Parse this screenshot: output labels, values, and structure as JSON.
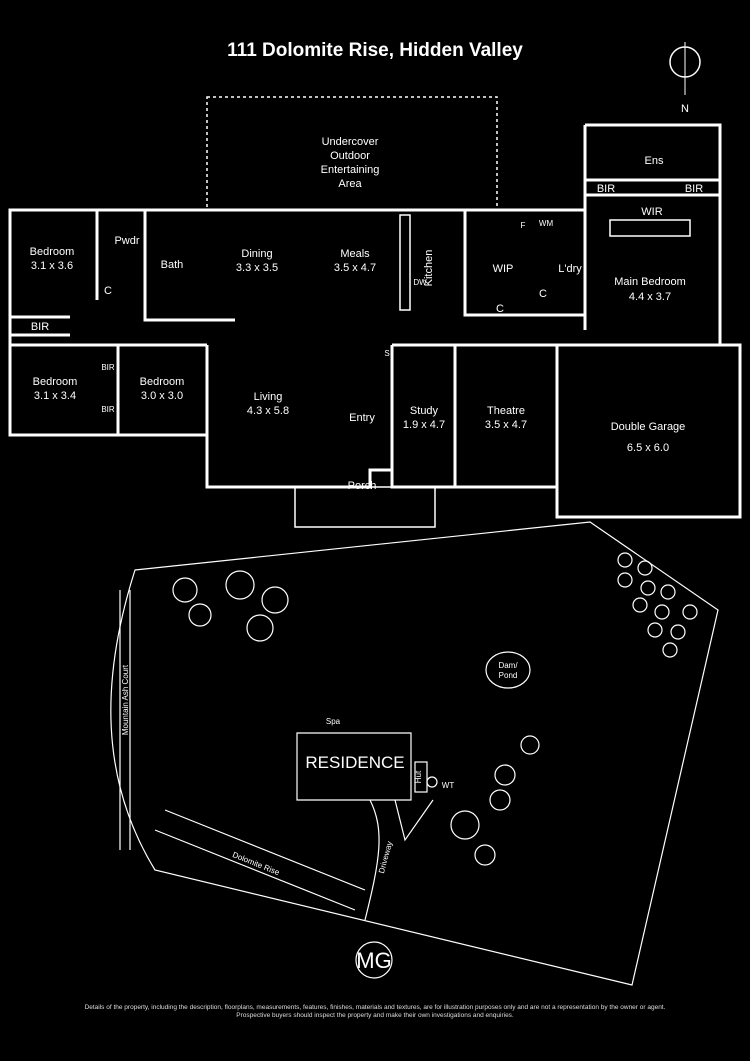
{
  "title": "111 Dolomite Rise, Hidden Valley",
  "compass": "N",
  "rooms": [
    {
      "name": "Bedroom",
      "size": "3.1 x 3.6"
    },
    {
      "name": "Bedroom",
      "size": "3.1 x 3.4"
    },
    {
      "name": "Bedroom",
      "size": "3.0 x 3.0"
    },
    {
      "name": "Dining",
      "size": "3.3 x 3.5"
    },
    {
      "name": "Meals",
      "size": "3.5 x 4.7"
    },
    {
      "name": "Living",
      "size": "4.3 x 5.8"
    },
    {
      "name": "Study",
      "size": "1.9 x 4.7"
    },
    {
      "name": "Theatre",
      "size": "3.5 x 4.7"
    },
    {
      "name": "Main Bedroom",
      "size": "4.4 x 3.7"
    },
    {
      "name": "Double Garage",
      "size": "6.5 x 6.0"
    }
  ],
  "labels": {
    "undercover": [
      "Undercover",
      "Outdoor",
      "Entertaining",
      "Area"
    ],
    "pwdr": "Pwdr",
    "bath": "Bath",
    "c": "C",
    "bir": "BIR",
    "kitchen": "Kitchen",
    "dw": "DW",
    "wip": "WIP",
    "f": "F",
    "wm": "WM",
    "ldry": "L'dry",
    "ens": "Ens",
    "wir": "WIR",
    "entry": "Entry",
    "porch": "Porch",
    "s": "S"
  },
  "site": {
    "residence": "RESIDENCE",
    "spa": "Spa",
    "hut": "Hut",
    "wt": "WT",
    "dam": [
      "Dam/",
      "Pond"
    ],
    "driveway": "Driveway",
    "road1": "Mountain Ash Court",
    "road2": "Dolomite Rise"
  },
  "logo": "MG",
  "disclaimer": [
    "Details of the property, including the description, floorplans, measurements, features, finishes, materials and textures, are for illustration purposes only and are not a representation by the owner or agent.",
    "Prospective buyers should inspect the property and make their own investigations and enquiries."
  ]
}
